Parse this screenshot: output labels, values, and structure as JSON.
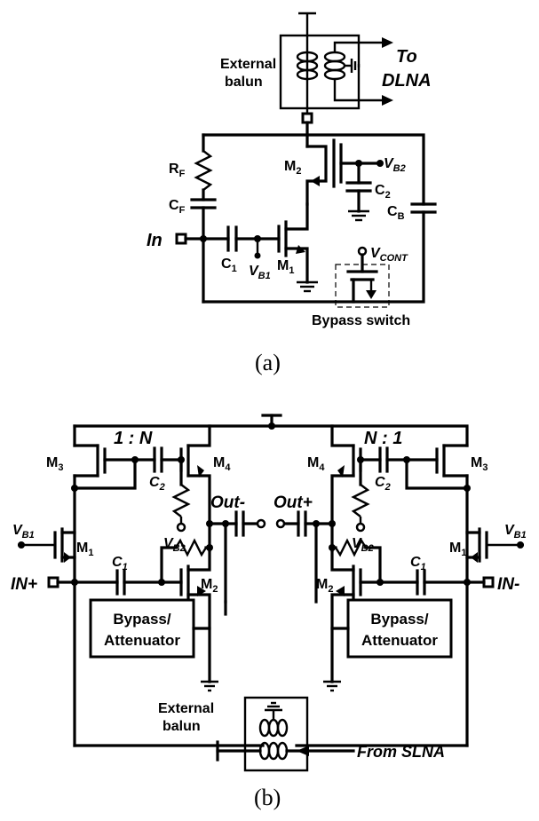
{
  "panel_a": {
    "caption": "(a)",
    "external_balun": [
      "External",
      "balun"
    ],
    "to_dlna": [
      "To",
      "DLNA"
    ],
    "rf": "R",
    "rf_sub": "F",
    "cf": "C",
    "cf_sub": "F",
    "m2": "M",
    "m2_sub": "2",
    "vb2": "V",
    "vb2_sub": "B2",
    "c2": "C",
    "c2_sub": "2",
    "cb": "C",
    "cb_sub": "B",
    "in": "In",
    "c1": "C",
    "c1_sub": "1",
    "vb1": "V",
    "vb1_sub": "B1",
    "m1": "M",
    "m1_sub": "1",
    "vcont": "V",
    "vcont_sub": "CONT",
    "bypass_switch": "Bypass switch"
  },
  "panel_b": {
    "caption": "(b)",
    "ratio_left": "1  :  N",
    "ratio_right": "N  :  1",
    "m3": "M",
    "m3_sub": "3",
    "m4": "M",
    "m4_sub": "4",
    "m1": "M",
    "m1_sub": "1",
    "m2": "M",
    "m2_sub": "2",
    "c1": "C",
    "c1_sub": "1",
    "c2": "C",
    "c2_sub": "2",
    "vb1": "V",
    "vb1_sub": "B1",
    "vb2": "V",
    "vb2_sub": "B2",
    "in_plus": "IN+",
    "in_minus": "IN-",
    "out_minus": "Out-",
    "out_plus": "Out+",
    "bypass_block": [
      "Bypass/",
      "Attenuator"
    ],
    "external_balun": [
      "External",
      "balun"
    ],
    "from_slna": "From SLNA"
  }
}
